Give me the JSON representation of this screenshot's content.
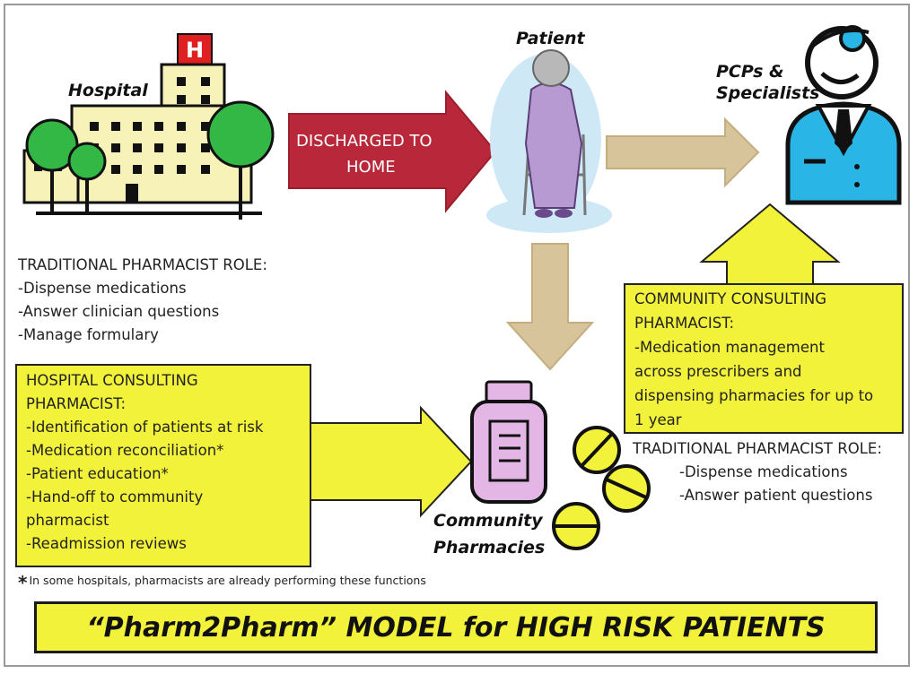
{
  "labels": {
    "hospital": "Hospital",
    "patient": "Patient",
    "pcps_line1": "PCPs &",
    "pcps_line2": "Specialists",
    "community_line1": "Community",
    "community_line2": "Pharmacies"
  },
  "discharge_arrow": {
    "line1": "DISCHARGED TO",
    "line2": "HOME"
  },
  "hospital_traditional_role": {
    "heading": "TRADITIONAL PHARMACIST ROLE:",
    "items": [
      "-Dispense medications",
      "-Answer clinician questions",
      "-Manage formulary"
    ]
  },
  "hospital_consulting_box": {
    "lines": [
      "HOSPITAL CONSULTING",
      "PHARMACIST:",
      "-Identification of patients at risk",
      "-Medication  reconciliation*",
      "-Patient education*",
      "-Hand-off to community",
      "pharmacist",
      "-Readmission reviews"
    ]
  },
  "community_consulting_box": {
    "lines": [
      "COMMUNITY CONSULTING",
      "PHARMACIST:",
      "-Medication management",
      "across prescribers and",
      "dispensing pharmacies for up to",
      "1 year"
    ]
  },
  "community_traditional_role": {
    "heading": "TRADITIONAL PHARMACIST ROLE:",
    "items": [
      "-Dispense medications",
      "-Answer patient questions"
    ]
  },
  "footnote": {
    "star": "*",
    "text": "In some hospitals, pharmacists are already performing  these functions"
  },
  "banner": {
    "title": "“Pharm2Pharm” MODEL for HIGH RISK PATIENTS"
  },
  "colors": {
    "yellow": "#f2f23a",
    "discharge_arrow": "#b8283a",
    "tan_arrow": "#d8c49a",
    "hospital_building": "#f6f2b8",
    "hospital_sign": "#e02020",
    "tree_green": "#33b845",
    "doctor_blue": "#29b6e6",
    "patient_purple": "#b89ad2",
    "pharmacy_pink": "#e3b6e6"
  }
}
